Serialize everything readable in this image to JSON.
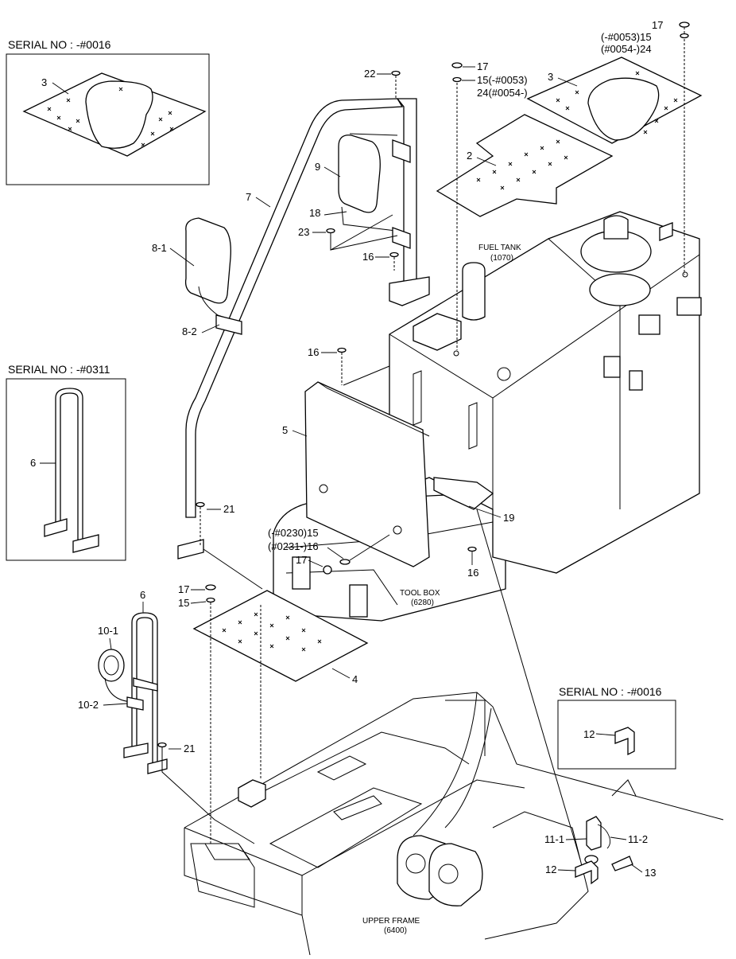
{
  "serial_boxes": [
    {
      "id": "top-left",
      "text": "SERIAL NO : -#0016"
    },
    {
      "id": "mid-left",
      "text": "SERIAL NO : -#0311"
    },
    {
      "id": "right",
      "text": "SERIAL NO : -#0016"
    }
  ],
  "components": {
    "fuel_tank": {
      "name": "FUEL TANK",
      "code": "(1070)"
    },
    "tool_box": {
      "name": "TOOL BOX",
      "code": "(6280)"
    },
    "upper_frame": {
      "name": "UPPER FRAME",
      "code": "(6400)"
    }
  },
  "callouts": {
    "c17a": "17",
    "c15a": "(-#0053)15",
    "c24a": "(#0054-)24",
    "c17b": "17",
    "c15b": "15(-#0053)",
    "c24b": "24(#0054-)",
    "c22": "22",
    "c3a": "3",
    "c3b": "3",
    "c2": "2",
    "c9": "9",
    "c18": "18",
    "c23": "23",
    "c16a": "16",
    "c7": "7",
    "c81": "8-1",
    "c82": "8-2",
    "c16b": "16",
    "c5": "5",
    "c6a": "6",
    "c21a": "21",
    "c19": "19",
    "c15c": "(-#0230)15",
    "c16c": "(#0231-)16",
    "c17c": "17",
    "c16d": "16",
    "c17d": "17",
    "c15d": "15",
    "c4": "4",
    "c6b": "6",
    "c101": "10-1",
    "c102": "10-2",
    "c21b": "21",
    "c12a": "12",
    "c111": "11-1",
    "c112": "11-2",
    "c12b": "12",
    "c13": "13"
  }
}
